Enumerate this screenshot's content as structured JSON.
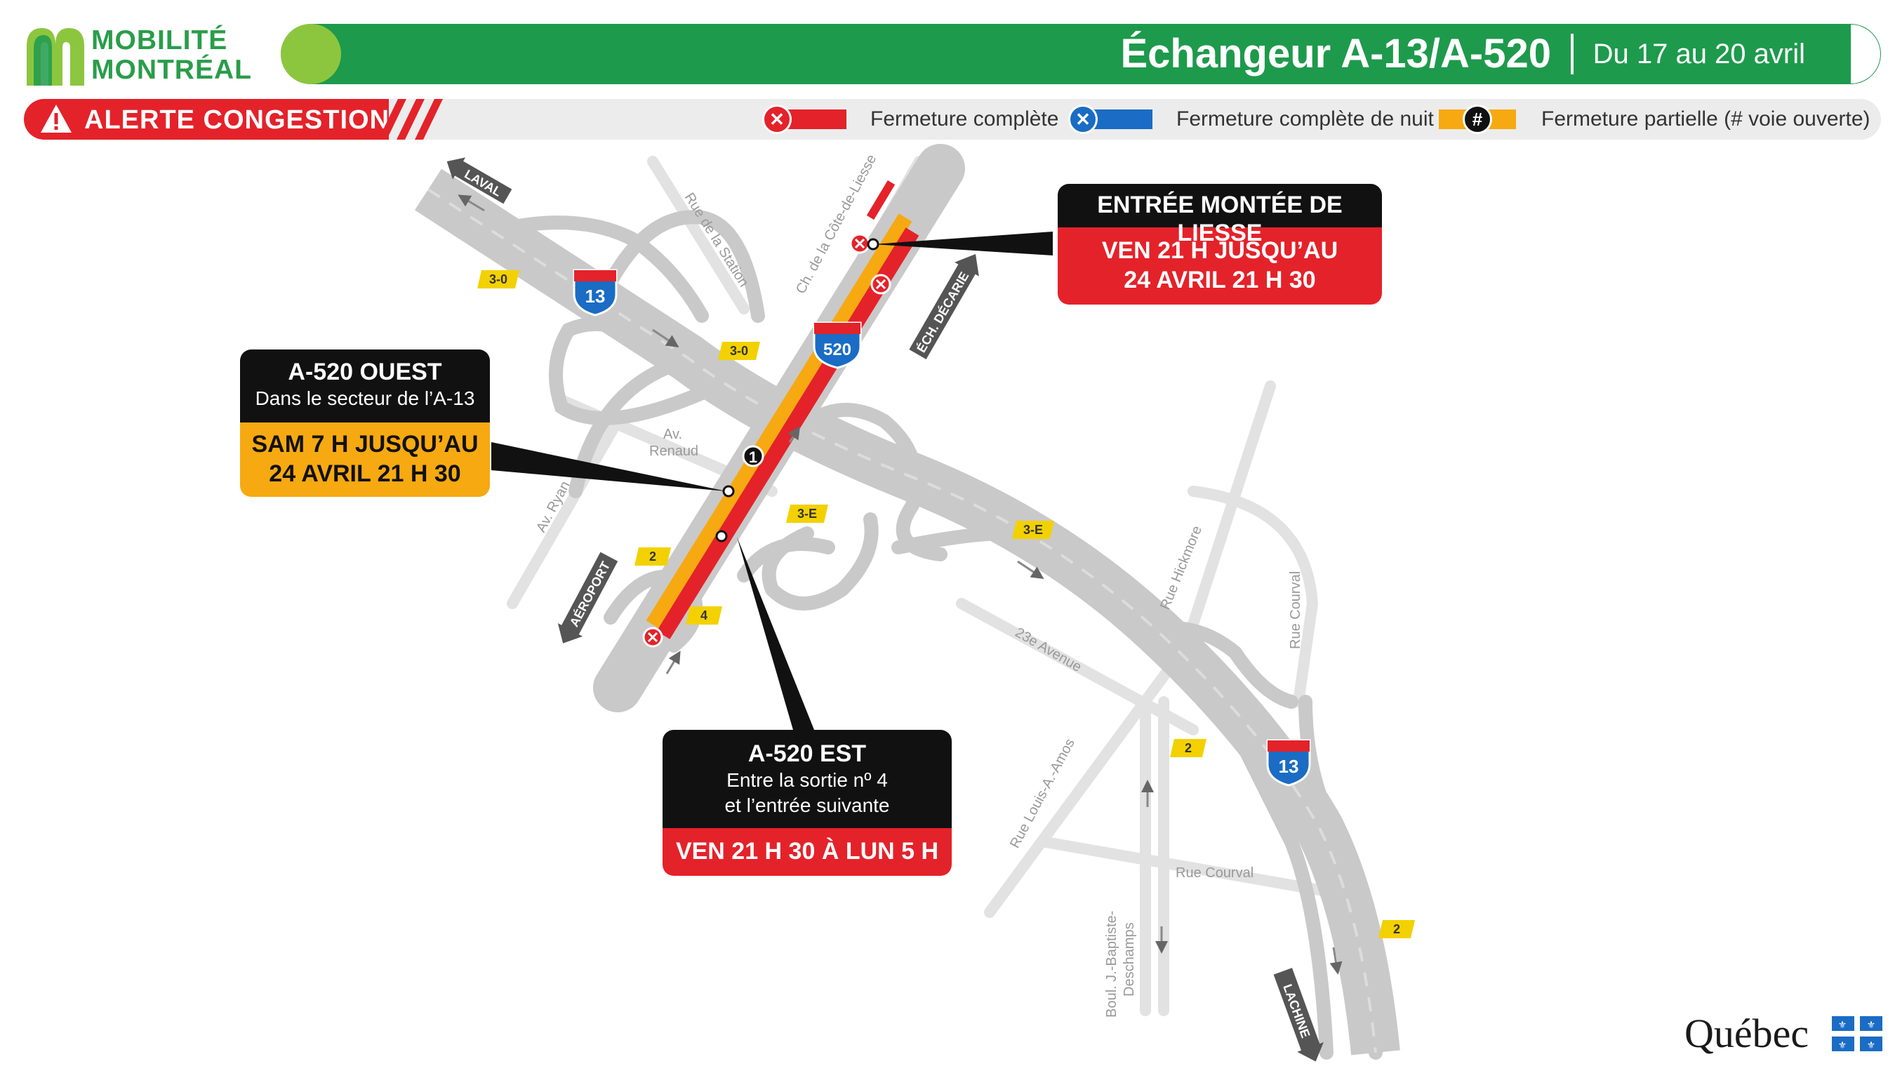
{
  "header": {
    "logo": {
      "line1": "MOBILITÉ",
      "line2": "MONTRÉAL"
    },
    "title": "Échangeur A-13/A-520",
    "dates": "Du 17 au 20 avril"
  },
  "alert": {
    "label": "ALERTE CONGESTION"
  },
  "legend": [
    {
      "label": "Fermeture complète",
      "color": "#e4222a",
      "badge": "✕"
    },
    {
      "label": "Fermeture complète de nuit",
      "color": "#1a6cc4",
      "badge": "✕"
    },
    {
      "label": "Fermeture partielle (# voie ouverte)",
      "color": "#f7a911",
      "badge": "#"
    }
  ],
  "colors": {
    "green": "#1e9a4c",
    "lightgreen": "#8cc63e",
    "red": "#e4222a",
    "blue": "#1a6cc4",
    "orange": "#f7a911",
    "road": "#c9c9c9"
  },
  "map": {
    "streets": {
      "rue_station": "Rue de la Station",
      "ch_cote_liesse": "Ch. de la Côte-de-Liesse",
      "av_renaud": "Av.\nRenaud",
      "av_ryan": "Av. Ryan",
      "rue_hickmore": "Rue Hickmore",
      "rue_courval_v": "Rue Courval",
      "avenue_23": "23e Avenue",
      "rue_louis_amos": "Rue Louis-A.-Amos",
      "rue_courval_h": "Rue Courval",
      "boul_jb_line1": "Boul. J.-Baptiste-",
      "boul_jb_line2": "Deschamps"
    },
    "directions": {
      "laval": "LAVAL",
      "ech_decarie": "ÉCH. DÉCARIE",
      "aeroport": "AÉROPORT",
      "lachine": "LACHINE"
    },
    "shields": {
      "a13_top": "13",
      "a520": "520",
      "a13_bottom": "13"
    },
    "exits": [
      "3-0",
      "3-0",
      "3-E",
      "3-E",
      "2",
      "4",
      "2",
      "2"
    ],
    "lane_marker": "1"
  },
  "callouts": {
    "liesse": {
      "title": "ENTRÉE MONTÉE DE LIESSE",
      "time_line1": "VEN 21 H JUSQU’AU",
      "time_line2": "24 AVRIL 21 H 30"
    },
    "ouest": {
      "title": "A-520 OUEST",
      "sub": "Dans le secteur de l’A-13",
      "time_line1": "SAM 7 H JUSQU’AU",
      "time_line2": "24 AVRIL 21 H 30"
    },
    "est": {
      "title": "A-520 EST",
      "sub_line1": "Entre la sortie nº 4",
      "sub_line2": "et l’entrée suivante",
      "time_line1": "VEN 21 H 30 À LUN 5 H"
    }
  },
  "footer": {
    "quebec": "Québec"
  }
}
